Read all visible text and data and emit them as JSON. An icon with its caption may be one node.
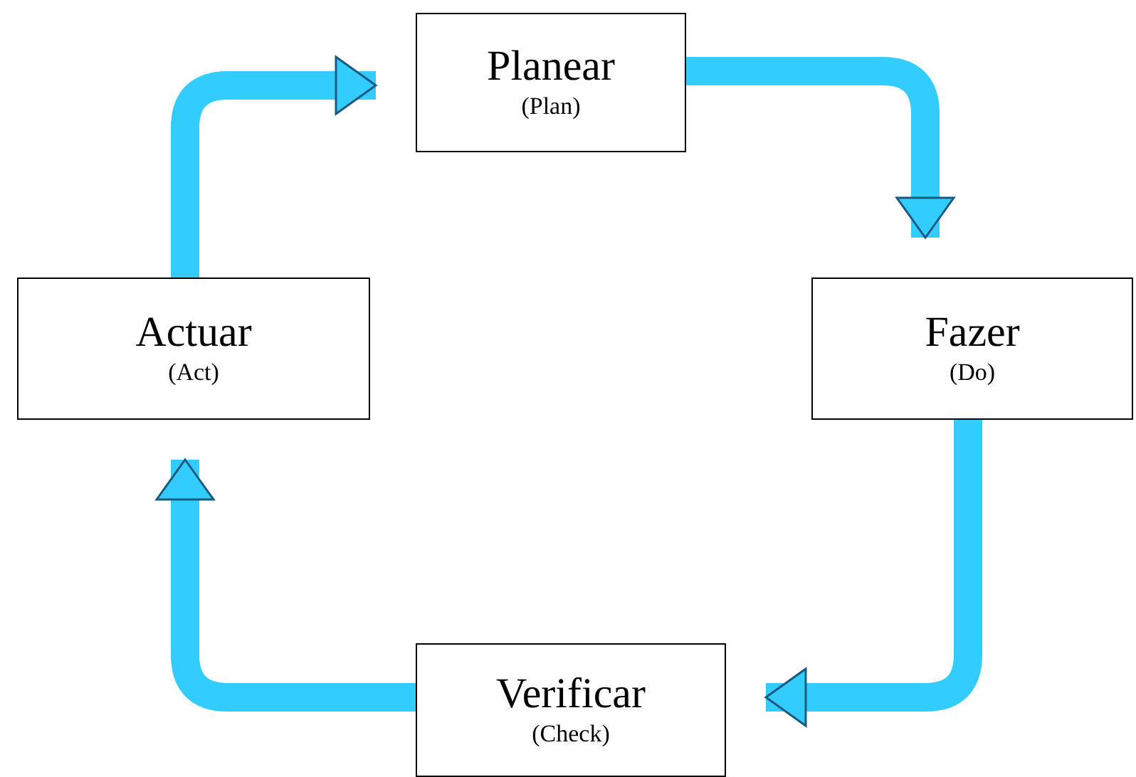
{
  "diagram": {
    "nodes": [
      {
        "text": [
          "Planear",
          "(Plan)"
        ]
      },
      {
        "text": [
          "Actuar",
          "(Act)"
        ]
      },
      {
        "text": [
          "Fazer",
          "(Do)"
        ]
      },
      {
        "text": [
          "Verificar",
          "(Check)"
        ]
      }
    ],
    "edges": [
      {
        "from": 1,
        "to": 0,
        "arrow": "to"
      },
      {
        "from": 0,
        "to": 2,
        "arrow": "to"
      },
      {
        "from": 2,
        "to": 3,
        "arrow": "to"
      },
      {
        "from": 3,
        "to": 1,
        "arrow": "to"
      }
    ]
  }
}
